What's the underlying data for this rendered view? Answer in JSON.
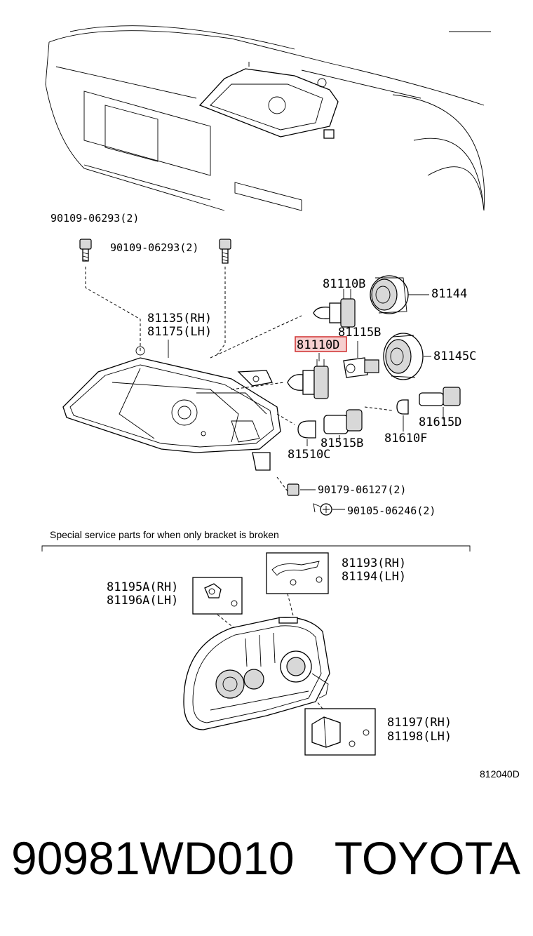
{
  "labels": {
    "bolt_left": "90109-06293(2)",
    "bolt_right": "90109-06293(2)",
    "headlamp_rh": "81135(RH)",
    "headlamp_lh": "81175(LH)",
    "bulb_81110b": "81110B",
    "socket_81144": "81144",
    "socket_81115b": "81115B",
    "bulb_81110d": "81110D",
    "cover_81145c": "81145C",
    "bulb_81615d": "81615D",
    "bulb_81610f": "81610F",
    "socket_81515b": "81515B",
    "bulb_81510c": "81510C",
    "nut_90179": "90179-06127(2)",
    "screw_90105": "90105-06246(2)",
    "note": "Special service parts for when only bracket is broken",
    "bracket_rh_top": "81193(RH)",
    "bracket_lh_top": "81194(LH)",
    "bracket_rh_left": "81195A(RH)",
    "bracket_lh_left": "81196A(LH)",
    "bracket_rh_bottom": "81197(RH)",
    "bracket_lh_bottom": "81198(LH)",
    "diagram_code": "812040D"
  },
  "highlight": {
    "part": "81110D",
    "color": "#d23a3a"
  },
  "footer": {
    "part_number": "90981WD010",
    "brand": "TOYOTA"
  }
}
